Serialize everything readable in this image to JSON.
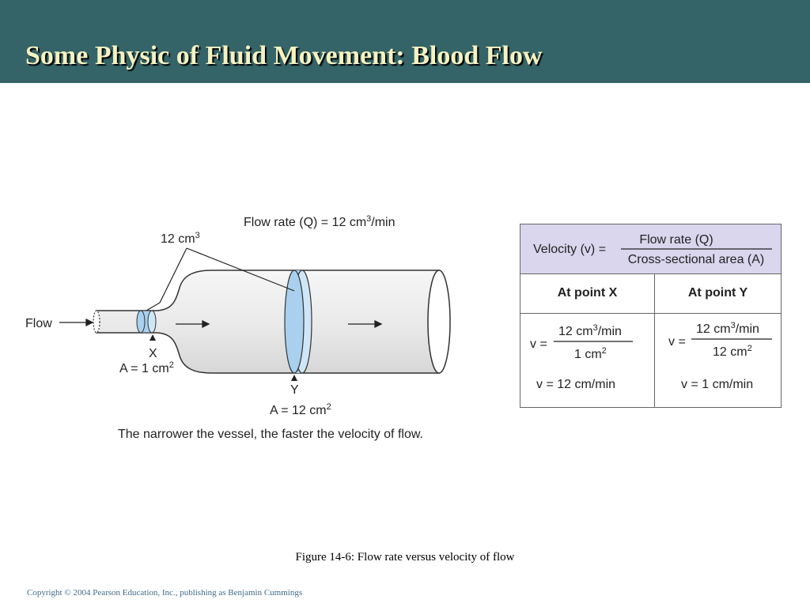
{
  "slide": {
    "title": "Some Physic of Fluid Movement: Blood Flow",
    "caption": "Figure 14-6: Flow rate versus velocity of flow",
    "copyright": "Copyright © 2004 Pearson Education, Inc., publishing as Benjamin Cummings"
  },
  "diagram": {
    "flow_rate_label": "Flow rate (Q) = 12 cm",
    "flow_rate_sup": "3",
    "flow_rate_unit": "/min",
    "volume_label": "12 cm",
    "volume_sup": "3",
    "flow_label": "Flow",
    "point_x_label": "X",
    "point_x_area": "A = 1 cm",
    "point_x_area_sup": "2",
    "point_y_label": "Y",
    "point_y_area": "A = 12 cm",
    "point_y_area_sup": "2",
    "subcaption": "The narrower the vessel, the faster the velocity of flow."
  },
  "table": {
    "formula_lhs": "Velocity (v) =",
    "formula_num": "Flow rate (Q)",
    "formula_den": "Cross-sectional area (A)",
    "col_x_header": "At point X",
    "col_y_header": "At point Y",
    "x_v_eq": "v =",
    "x_num": "12 cm",
    "x_num_sup": "3",
    "x_num_unit": "/min",
    "x_den": "1 cm",
    "x_den_sup": "2",
    "x_result": "v = 12 cm/min",
    "y_v_eq": "v =",
    "y_num": "12 cm",
    "y_num_sup": "3",
    "y_num_unit": "/min",
    "y_den": "12 cm",
    "y_den_sup": "2",
    "y_result": "v = 1 cm/min"
  }
}
